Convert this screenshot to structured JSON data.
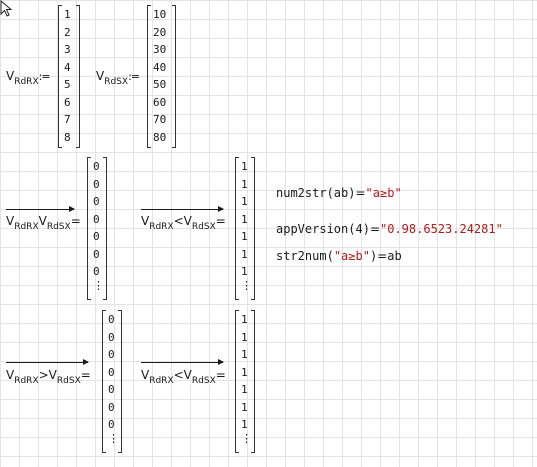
{
  "var_name": "V",
  "sub_rx": "RdRX",
  "sub_sx": "RdSX",
  "assign_op": ":=",
  "eq_op": "=",
  "lt_op": "<",
  "gt_op": ">",
  "vdots": "⋮",
  "rx_values": [
    "1",
    "2",
    "3",
    "4",
    "5",
    "6",
    "7",
    "8"
  ],
  "sx_values": [
    "10",
    "20",
    "30",
    "40",
    "50",
    "60",
    "70",
    "80"
  ],
  "result_product": [
    "0",
    "0",
    "0",
    "0",
    "0",
    "0",
    "0"
  ],
  "result_lt1": [
    "1",
    "1",
    "1",
    "1",
    "1",
    "1",
    "1"
  ],
  "result_gt": [
    "0",
    "0",
    "0",
    "0",
    "0",
    "0",
    "0"
  ],
  "result_lt2": [
    "1",
    "1",
    "1",
    "1",
    "1",
    "1",
    "1"
  ],
  "functions": {
    "num2str_call": "num2str",
    "num2str_arg": "(ab)",
    "num2str_result": "\"a≥b\"",
    "appversion_call": "appVersion",
    "appversion_arg": "(4)",
    "appversion_result": "\"0.98.6523.24281\"",
    "str2num_call": "str2num",
    "str2num_arg_open": "(",
    "str2num_arg": "\"a≥b\"",
    "str2num_arg_close": ")",
    "str2num_result": "ab"
  }
}
